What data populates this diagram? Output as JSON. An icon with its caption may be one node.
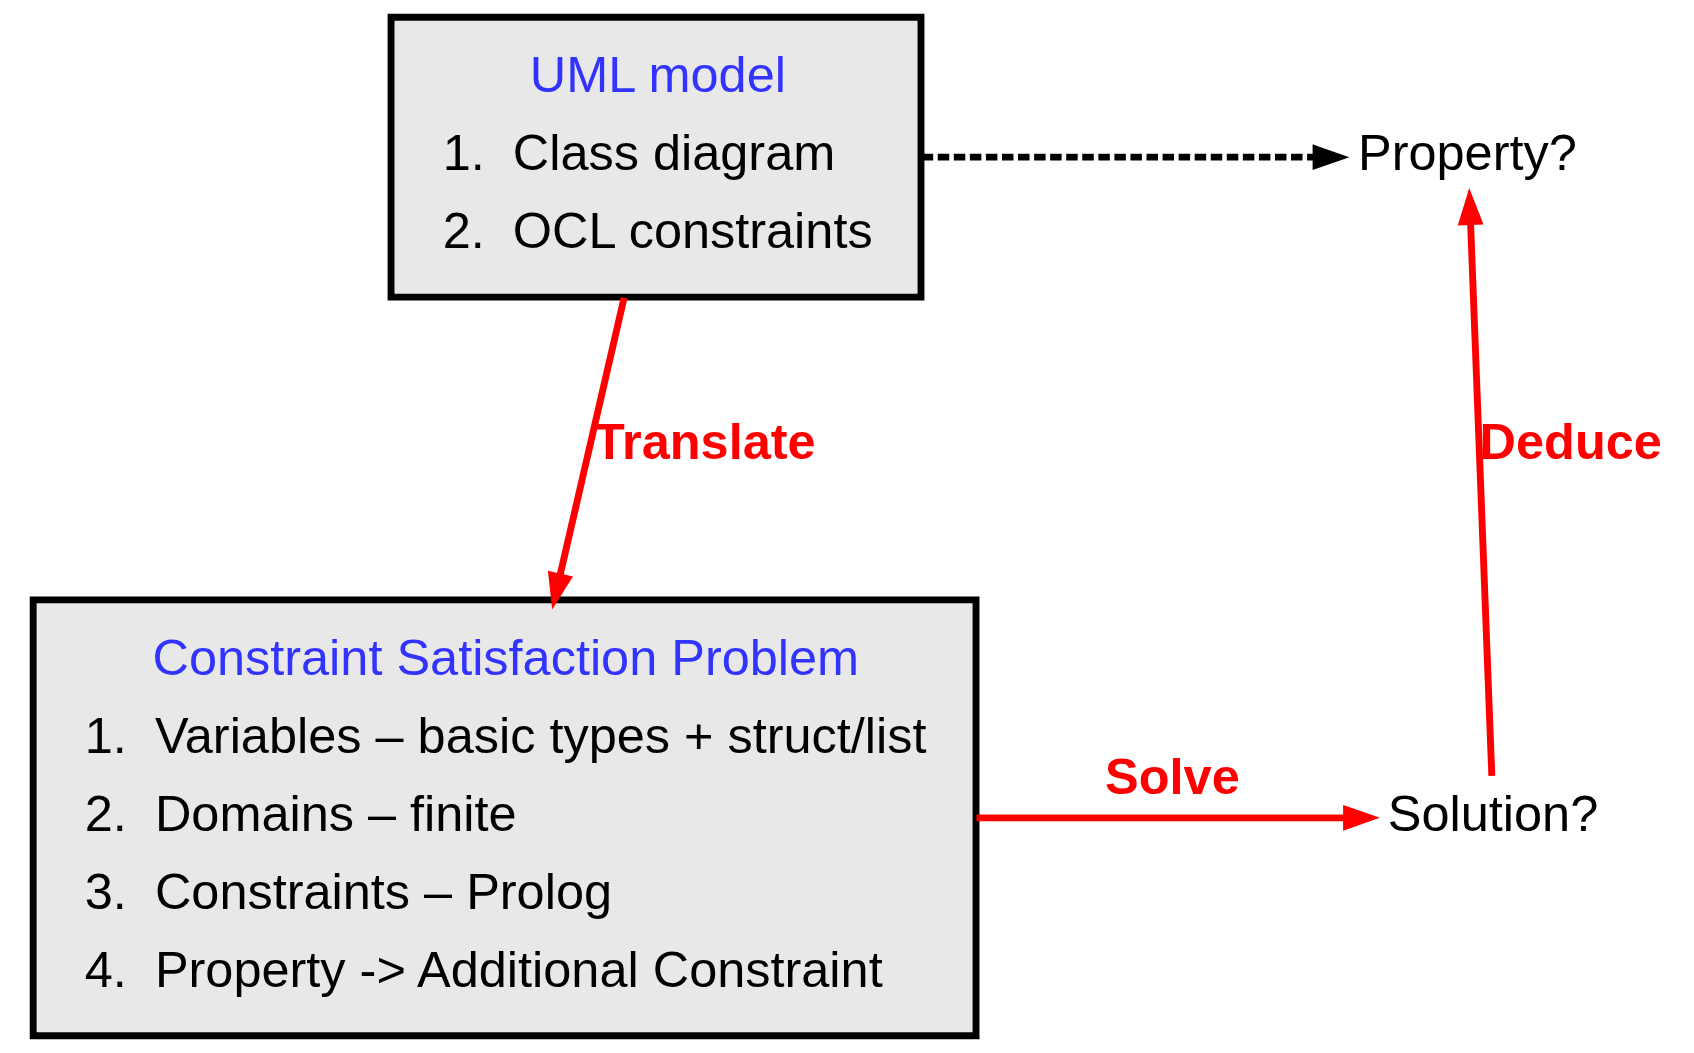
{
  "diagram": {
    "nodes": [
      {
        "text": [
          "UML model",
          "1.  Class diagram",
          "2.  OCL constraints"
        ]
      },
      {
        "text": [
          "Constraint Satisfaction Problem",
          "1.  Variables – basic types + struct/list",
          "2.  Domains – finite",
          "3.  Constraints – Prolog",
          "4.  Property -> Additional Constraint"
        ]
      },
      {
        "text": [
          "Property?"
        ]
      },
      {
        "text": [
          "Solution?"
        ]
      }
    ],
    "edges": [
      {
        "from": 0,
        "to": 2,
        "arrow": "to",
        "style": "dashed",
        "color": "#000000"
      },
      {
        "from": 0,
        "to": 1,
        "arrow": "to",
        "label": "Translate"
      },
      {
        "from": 1,
        "to": 3,
        "arrow": "to",
        "label": "Solve"
      },
      {
        "from": 3,
        "to": 2,
        "arrow": "to",
        "label": "Deduce"
      }
    ]
  }
}
